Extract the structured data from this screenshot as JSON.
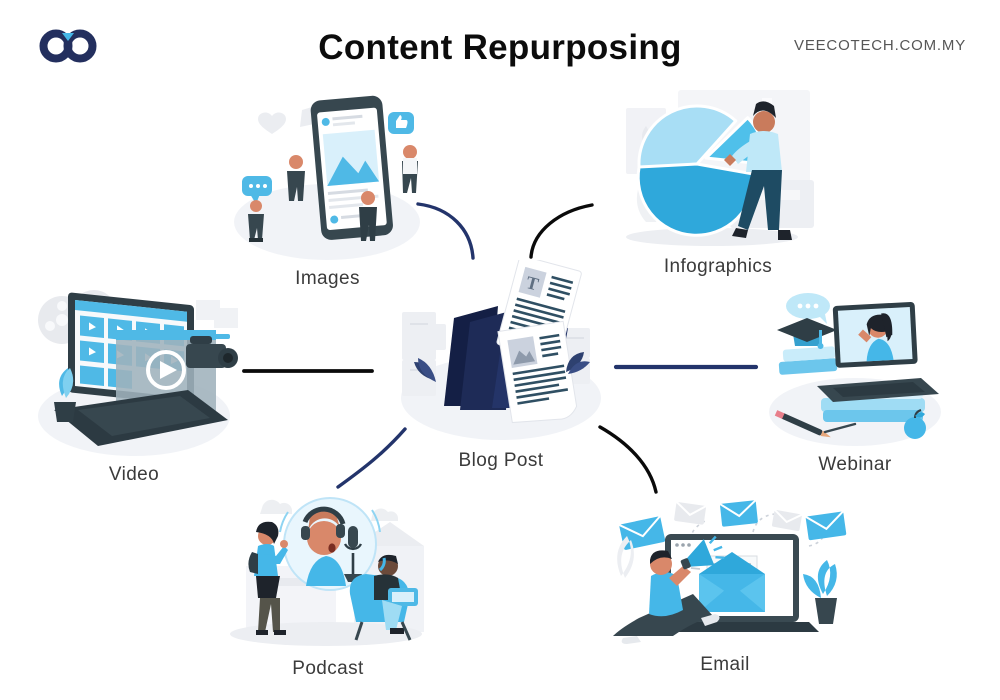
{
  "header": {
    "title": "Content Repurposing",
    "website": "VEECOTECH.COM.MY",
    "logo_name": "infinity-logo"
  },
  "diagram": {
    "center": {
      "id": "blog-post",
      "label": "Blog Post",
      "illustration": "blog-post-documents-illustration"
    },
    "nodes": [
      {
        "id": "images",
        "label": "Images",
        "illustration": "social-images-phone-illustration"
      },
      {
        "id": "infographics",
        "label": "Infographics",
        "illustration": "man-with-pie-chart-illustration"
      },
      {
        "id": "video",
        "label": "Video",
        "illustration": "laptop-video-player-illustration"
      },
      {
        "id": "webinar",
        "label": "Webinar",
        "illustration": "laptop-presenter-books-illustration"
      },
      {
        "id": "podcast",
        "label": "Podcast",
        "illustration": "podcast-host-microphone-illustration"
      },
      {
        "id": "email",
        "label": "Email",
        "illustration": "email-megaphone-laptop-illustration"
      }
    ],
    "connectors": [
      {
        "from": "blog-post",
        "to": "images",
        "style": "curved",
        "color": "navy"
      },
      {
        "from": "blog-post",
        "to": "infographics",
        "style": "curved",
        "color": "black"
      },
      {
        "from": "video",
        "to": "blog-post",
        "style": "straight",
        "color": "black"
      },
      {
        "from": "blog-post",
        "to": "webinar",
        "style": "straight",
        "color": "navy"
      },
      {
        "from": "blog-post",
        "to": "podcast",
        "style": "curved",
        "color": "navy"
      },
      {
        "from": "blog-post",
        "to": "email",
        "style": "curved",
        "color": "black"
      }
    ]
  },
  "colors": {
    "accent_blue": "#35AADC",
    "mid_blue": "#4FC0EA",
    "light_blue": "#A8DEF5",
    "pale_blue": "#D9F0FB",
    "navy": "#1F2A52",
    "dark_slate": "#37474F",
    "platform_gray": "#F1F3F7",
    "connector_navy": "#23346B",
    "connector_black": "#0A0A0A",
    "label_gray": "#3B3B3B",
    "title_black": "#0C0C0C"
  }
}
